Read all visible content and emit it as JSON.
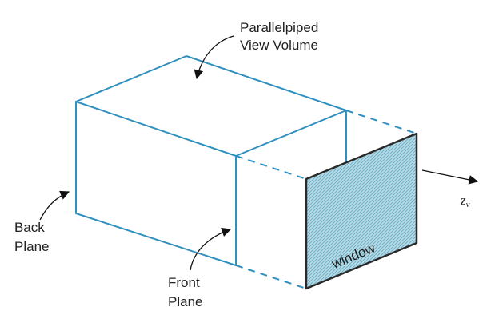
{
  "labels": {
    "volume_line1": "Parallelpiped",
    "volume_line2": "View Volume",
    "back_line1": "Back",
    "back_line2": "Plane",
    "front_line1": "Front",
    "front_line2": "Plane",
    "window": "window",
    "axis_main": "z",
    "axis_sub": "v"
  },
  "colors": {
    "box_edges": "#2f8fbf",
    "window_fill": "#b8dde8",
    "window_border": "#2a2a2a",
    "text": "#222222",
    "arrows": "#111111"
  }
}
